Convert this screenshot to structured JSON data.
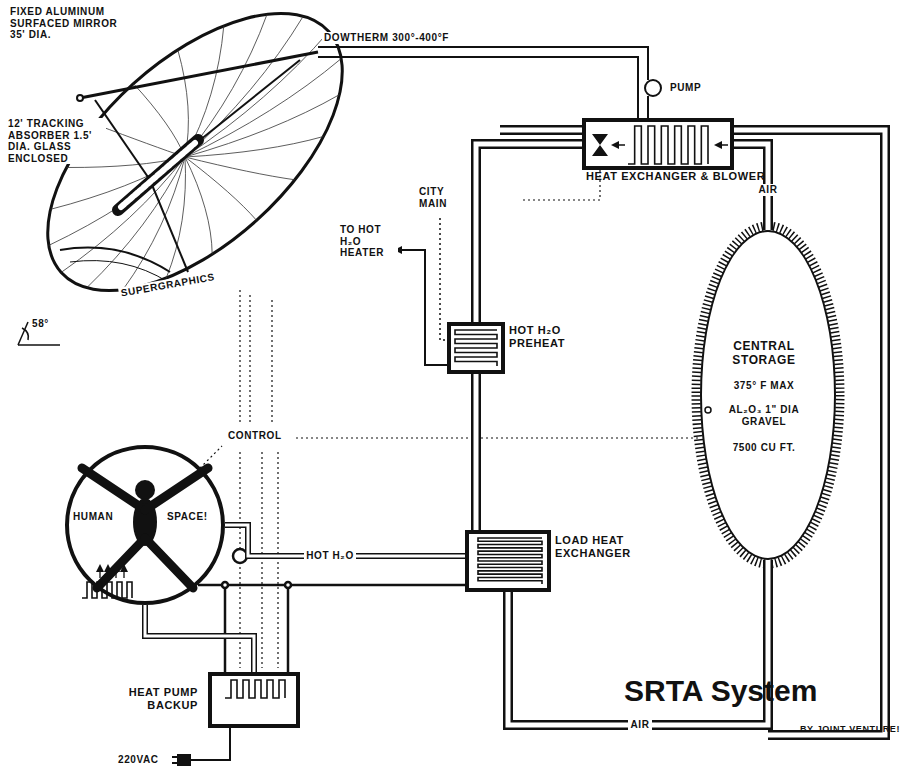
{
  "diagram": {
    "title": "SRTA System",
    "caption": "BY JOINT VENTURE!",
    "nodes": [
      {
        "text": [
          "HUMAN",
          "SPACE!"
        ]
      },
      {
        "text": [
          "HEAT EXCHANGER & BLOWER"
        ]
      },
      {
        "text": [
          "HOT H₂O PREHEAT"
        ]
      },
      {
        "text": [
          "CENTRAL STORAGE",
          "375° F MAX",
          "AL₂O₃ 1\" DIA GRAVEL",
          "7500 CU FT."
        ]
      },
      {
        "text": [
          "LOAD HEAT EXCHANGER"
        ]
      },
      {
        "text": [
          "HEAT PUMP BACKUP"
        ]
      }
    ],
    "edges": [
      {
        "from": 1,
        "to": 3,
        "arrow": "none",
        "label": "AIR"
      },
      {
        "from": 3,
        "to": 4,
        "arrow": "none",
        "label": "AIR"
      },
      {
        "from": 1,
        "to": 2,
        "arrow": "none"
      },
      {
        "from": 2,
        "to": 4,
        "arrow": "none"
      },
      {
        "from": 4,
        "to": 0,
        "arrow": "none",
        "label": "HOT H₂O"
      },
      {
        "from": 5,
        "to": 0,
        "arrow": "none"
      }
    ],
    "labels": [
      "FIXED ALUMINUM SURFACED MIRROR 35' DIA.",
      "12' TRACKING ABSORBER 1.5' DIA. GLASS ENCLOSED",
      "SUPERGRAPHICS",
      "58°",
      "DOWTHERM 300°-400°F",
      "PUMP",
      "CONTROL",
      "CITY MAIN",
      "TO HOT H₂O HEATER",
      "220VAC"
    ]
  }
}
